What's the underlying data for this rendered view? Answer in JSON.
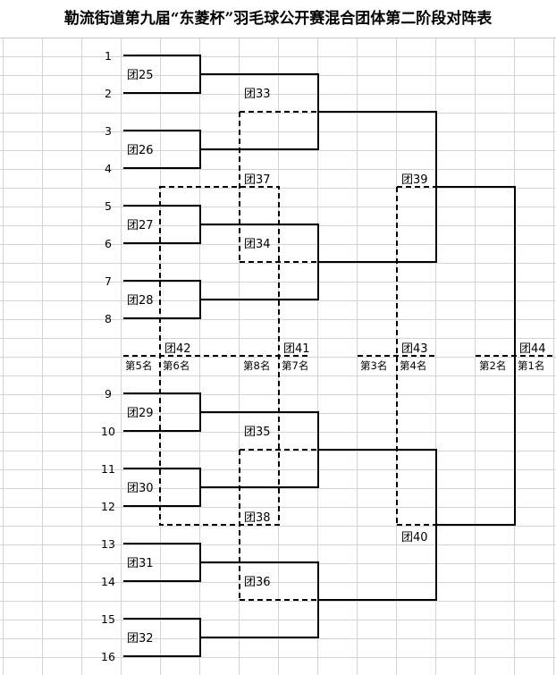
{
  "sheet": {
    "title": "勒流街道第九届“东菱杯”羽毛球公开赛混合团体第二阶段对阵表",
    "slots": [
      "1",
      "2",
      "3",
      "4",
      "5",
      "6",
      "7",
      "8",
      "9",
      "10",
      "11",
      "12",
      "13",
      "14",
      "15",
      "16"
    ],
    "teams": {
      "t25": "团25",
      "t26": "团26",
      "t27": "团27",
      "t28": "团28",
      "t29": "团29",
      "t30": "团30",
      "t31": "团31",
      "t32": "团32",
      "t33": "团33",
      "t34": "团34",
      "t35": "团35",
      "t36": "团36",
      "t37": "团37",
      "t38": "团38",
      "t39": "团39",
      "t40": "团40",
      "t41": "团41",
      "t42": "团42",
      "t43": "团43",
      "t44": "团44"
    },
    "ranks": {
      "r1": "第1名",
      "r2": "第2名",
      "r3": "第3名",
      "r4": "第4名",
      "r5": "第5名",
      "r6": "第6名",
      "r7": "第7名",
      "r8": "第8名"
    }
  }
}
